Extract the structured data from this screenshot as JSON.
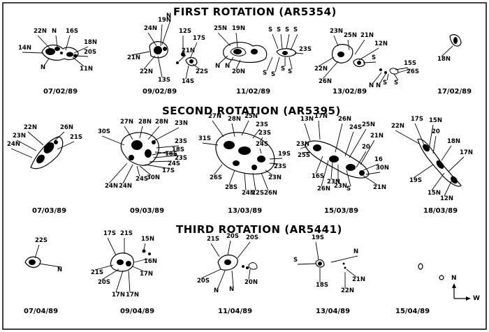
{
  "rotations": [
    {
      "title": "FIRST ROTATION (AR5354)",
      "dates": [
        "07/02/89",
        "09/02/89",
        "11/02/89",
        "13/02/89",
        "17/02/89"
      ]
    },
    {
      "title": "SECOND ROTATION (AR5395)",
      "dates": [
        "07/03/89",
        "09/03/89",
        "13/03/89",
        "15/03/89",
        "18/03/89"
      ]
    },
    {
      "title": "THIRD ROTATION (AR5441)",
      "dates": [
        "07/04/89",
        "09/04/89",
        "11/04/89",
        "13/04/89",
        "15/04/89"
      ]
    }
  ],
  "compass": {
    "north": "N",
    "west": "W"
  },
  "labels": {
    "r1p1": [
      "22N",
      "N",
      "16S",
      "18N",
      "14N",
      "20S",
      "N",
      "11N"
    ],
    "r1p2": [
      "19N",
      "24N",
      "N",
      "21N",
      "12S",
      "17S",
      "21N",
      "22N",
      "13S",
      "14S",
      "22S"
    ],
    "r1p3": [
      "25N",
      "19N",
      "S",
      "S",
      "S",
      "S",
      "23S",
      "N",
      "N",
      "20N",
      "S",
      "S",
      "S",
      "S"
    ],
    "r1p4": [
      "23N",
      "25N",
      "21N",
      "12N",
      "S",
      "15S",
      "22N",
      "26N",
      "26S",
      "S",
      "N",
      "N",
      "S"
    ],
    "r1p5": [
      "18N"
    ],
    "r2p1": [
      "22N",
      "26N",
      "23N",
      "24N",
      "21S"
    ],
    "r2p2": [
      "27N",
      "28N",
      "28N",
      "23N",
      "30S",
      "23S",
      "18S",
      "23S",
      "18S",
      "24S",
      "17S",
      "30N",
      "24N",
      "24N",
      "24S"
    ],
    "r2p3": [
      "27N",
      "28N",
      "25N",
      "23S",
      "23S",
      "31S",
      "24S",
      "19S",
      "23S",
      "26S",
      "28S",
      "24N",
      "22S",
      "26N",
      "23N"
    ],
    "r2p4": [
      "13N",
      "17N",
      "26N",
      "25N",
      "24S",
      "21N",
      "20",
      "23N",
      "25S",
      "16",
      "30N",
      "16S",
      "23N",
      "23N",
      "26N",
      "S",
      "21N"
    ],
    "r2p5": [
      "22N",
      "17S",
      "15N",
      "20",
      "18N",
      "17N",
      "19S",
      "15N",
      "12N"
    ],
    "r3p1": [
      "22S",
      "N"
    ],
    "r3p2": [
      "17S",
      "21S",
      "15N",
      "16N",
      "21S",
      "20S",
      "17N",
      "17N",
      "17N"
    ],
    "r3p3": [
      "21S",
      "20S",
      "20S",
      "20S",
      "N",
      "N",
      "20N"
    ],
    "r3p4": [
      "19S",
      "N",
      "S",
      "18S",
      "21N",
      "22N"
    ],
    "r3p5": []
  }
}
